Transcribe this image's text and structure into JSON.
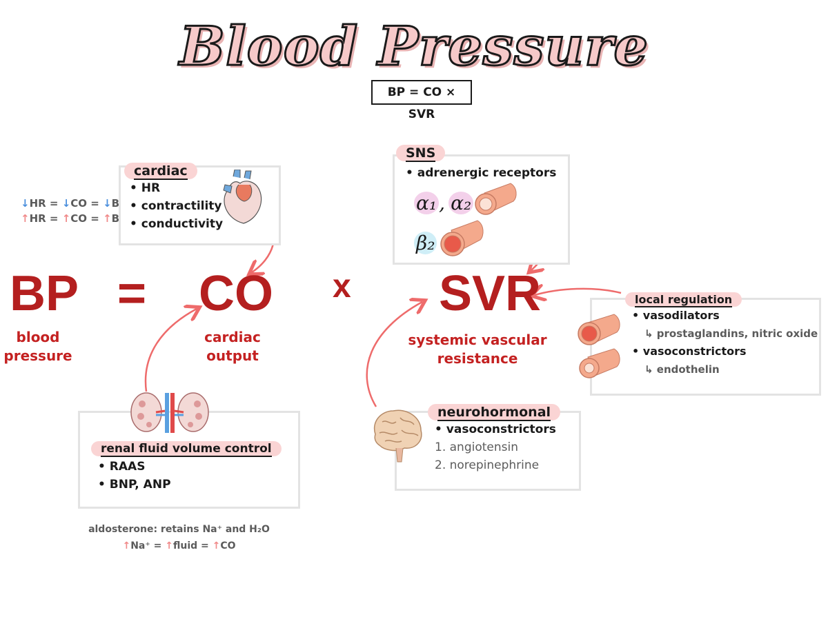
{
  "title": "Blood Pressure",
  "formula": "BP = CO × SVR",
  "equation": {
    "bp": "BP",
    "equals": "=",
    "co": "CO",
    "times": "x",
    "svr": "SVR",
    "bp_sub": [
      "blood",
      "pressure"
    ],
    "co_sub": [
      "cardiac",
      "output"
    ],
    "svr_sub": [
      "systemic vascular",
      "resistance"
    ]
  },
  "hr_notes": {
    "line1": {
      "a": "↓",
      "b": "HR = ",
      "c": "↓",
      "d": "CO = ",
      "e": "↓",
      "f": "BP"
    },
    "line2": {
      "a": "↑",
      "b": "HR = ",
      "c": "↑",
      "d": "CO = ",
      "e": "↑",
      "f": "BP"
    }
  },
  "cardiac": {
    "tag": "cardiac",
    "items": [
      "• HR",
      "• contractility",
      "• conductivity"
    ]
  },
  "sns": {
    "tag": "SNS",
    "items": [
      "• adrenergic receptors"
    ],
    "alpha1": "α₁",
    "comma": ",",
    "alpha2": "α₂",
    "beta2": "β₂"
  },
  "local": {
    "tag": "local regulation",
    "vasodilators": "• vasodilators",
    "vasodilators_sub": "↳ prostaglandins, nitric oxide",
    "vasoconstrictors": "• vasoconstrictors",
    "vasoconstrictors_sub": "↳ endothelin"
  },
  "renal": {
    "tag": "renal fluid volume control",
    "items": [
      "• RAAS",
      "• BNP, ANP"
    ],
    "note1": "aldosterone: retains Na⁺ and H₂O",
    "note2": {
      "a": "↑",
      "b": "Na⁺ = ",
      "c": "↑",
      "d": "fluid = ",
      "e": "↑",
      "f": "CO"
    }
  },
  "neuro": {
    "tag": "neurohormonal",
    "items": [
      "• vasoconstrictors"
    ],
    "sub": [
      "1. angiotensin",
      "2. norepinephrine"
    ]
  },
  "colors": {
    "accent_red": "#b41f1f",
    "arrow": "#ee6b6b",
    "tag_pink": "#fad4d4",
    "up_arrow": "#f08a8a",
    "down_arrow": "#4b8fdd"
  }
}
